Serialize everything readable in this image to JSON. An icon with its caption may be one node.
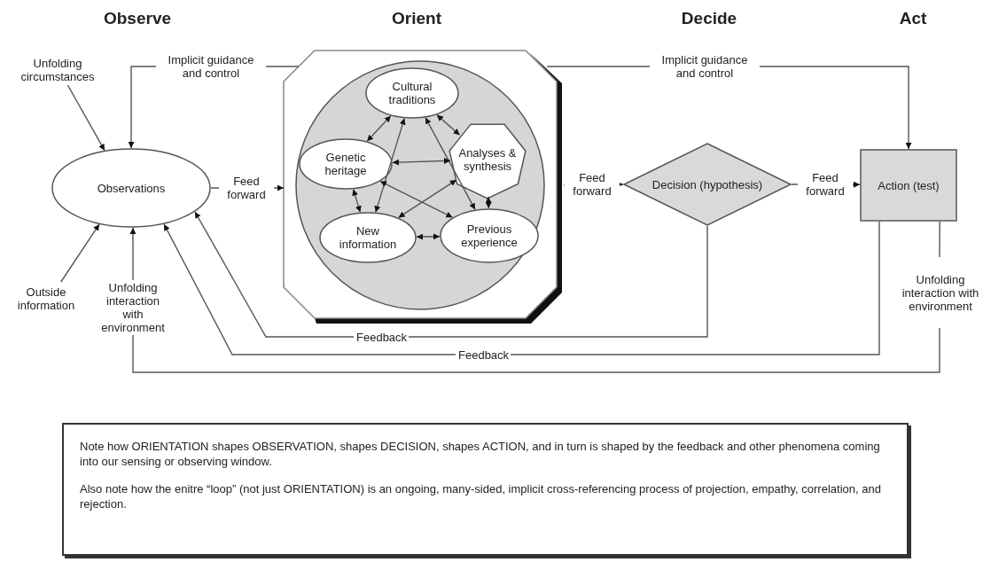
{
  "diagram": {
    "nodes": [
      {
        "text": [
          "Unfolding circumstances"
        ]
      },
      {
        "text": [
          "Observations"
        ]
      },
      {
        "text": [],
        "shape": "octagon"
      },
      {
        "text": [],
        "shape": "circle",
        "in": 2
      },
      {
        "text": [
          "Cultural traditions"
        ],
        "in": 3
      },
      {
        "text": [
          "Genetic heritage"
        ],
        "in": 3
      },
      {
        "text": [
          "Analyses & synthesis"
        ],
        "in": 3
      },
      {
        "text": [
          "New information"
        ],
        "in": 3
      },
      {
        "text": [
          "Previous experience"
        ],
        "in": 3
      },
      {
        "text": [
          "Decision (hypothesis)"
        ]
      },
      {
        "text": [
          "Action (test)"
        ]
      },
      {
        "text": [
          "Outside information"
        ]
      },
      {
        "text": [
          "Unfolding interaction with environment"
        ]
      },
      {
        "text": [
          "Unfolding interaction with environment"
        ]
      },
      {
        "text": [
          "Note how ORIENTATION shapes OBSERVATION, shapes DECISION, shapes ACTION, and in turn is shaped by the feedback and other phenomena coming into our sensing or observing window.",
          "Also note how the enitre “loop” (not just ORIENTATION) is an ongoing, many-sided, implicit cross-referencing process of projection, empathy, correlation, and rejection."
        ]
      }
    ],
    "edges": [
      {
        "from": 0,
        "to": 1,
        "arrow": "to"
      },
      {
        "from": 2,
        "to": 1,
        "label": "Implicit guidance and control",
        "arrow": "to"
      },
      {
        "from": 2,
        "to": 10,
        "label": "Implicit guidance and control",
        "arrow": "to"
      },
      {
        "from": 1,
        "to": 2,
        "label": "Feed forward",
        "arrow": "to"
      },
      {
        "from": 2,
        "to": 9,
        "label": "Feed forward",
        "arrow": "to"
      },
      {
        "from": 9,
        "to": 10,
        "label": "Feed forward",
        "arrow": "to"
      },
      {
        "from": 11,
        "to": 1,
        "arrow": "to"
      },
      {
        "from": 12,
        "to": 1,
        "arrow": "to"
      },
      {
        "from": 9,
        "to": 1,
        "label": "Feedback",
        "arrow": "to"
      },
      {
        "from": 10,
        "to": 1,
        "label": "Feedback",
        "arrow": "to"
      },
      {
        "from": 10,
        "to": 13,
        "arrow": "none"
      },
      {
        "from": 13,
        "to": 12,
        "arrow": "none"
      },
      {
        "from": 4,
        "to": 5,
        "arrow": "both"
      },
      {
        "from": 4,
        "to": 6,
        "arrow": "both"
      },
      {
        "from": 4,
        "to": 7,
        "arrow": "both"
      },
      {
        "from": 4,
        "to": 8,
        "arrow": "both"
      },
      {
        "from": 5,
        "to": 6,
        "arrow": "both"
      },
      {
        "from": 5,
        "to": 7,
        "arrow": "both"
      },
      {
        "from": 5,
        "to": 8,
        "arrow": "both"
      },
      {
        "from": 6,
        "to": 7,
        "arrow": "both"
      },
      {
        "from": 6,
        "to": 8,
        "arrow": "both"
      },
      {
        "from": 7,
        "to": 8,
        "arrow": "both"
      }
    ],
    "labels": [
      "Observe",
      "Orient",
      "Decide",
      "Act"
    ]
  }
}
